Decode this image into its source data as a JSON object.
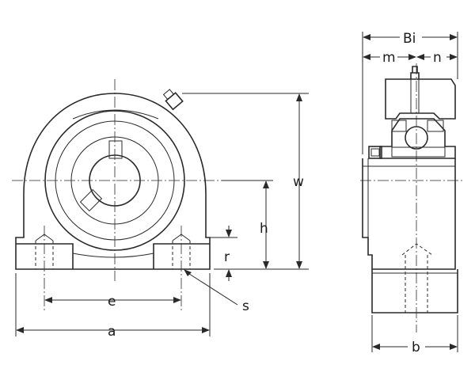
{
  "diagram": {
    "labels": {
      "w": "w",
      "h": "h",
      "r": "r",
      "s": "s",
      "e": "e",
      "a": "a",
      "Bi": "Bi",
      "m": "m",
      "n": "n",
      "b": "b"
    }
  }
}
